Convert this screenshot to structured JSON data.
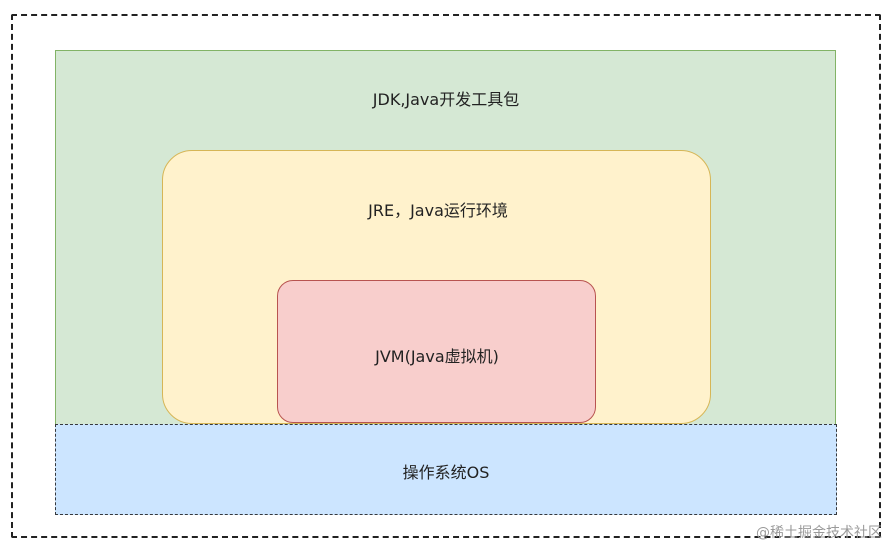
{
  "diagram": {
    "jdk_label": "JDK,Java开发工具包",
    "jre_label": "JRE，Java运行环境",
    "jvm_label": "JVM(Java虚拟机)",
    "os_label": "操作系统OS",
    "watermark": "@稀土掘金技术社区"
  },
  "colors": {
    "jdk_fill": "#d5e8d4",
    "jdk_stroke": "#82b366",
    "jre_fill": "#fff2cc",
    "jre_stroke": "#d6b656",
    "jvm_fill": "#f8cecc",
    "jvm_stroke": "#b85450",
    "os_fill": "#cce5ff",
    "os_stroke": "#36393d"
  }
}
